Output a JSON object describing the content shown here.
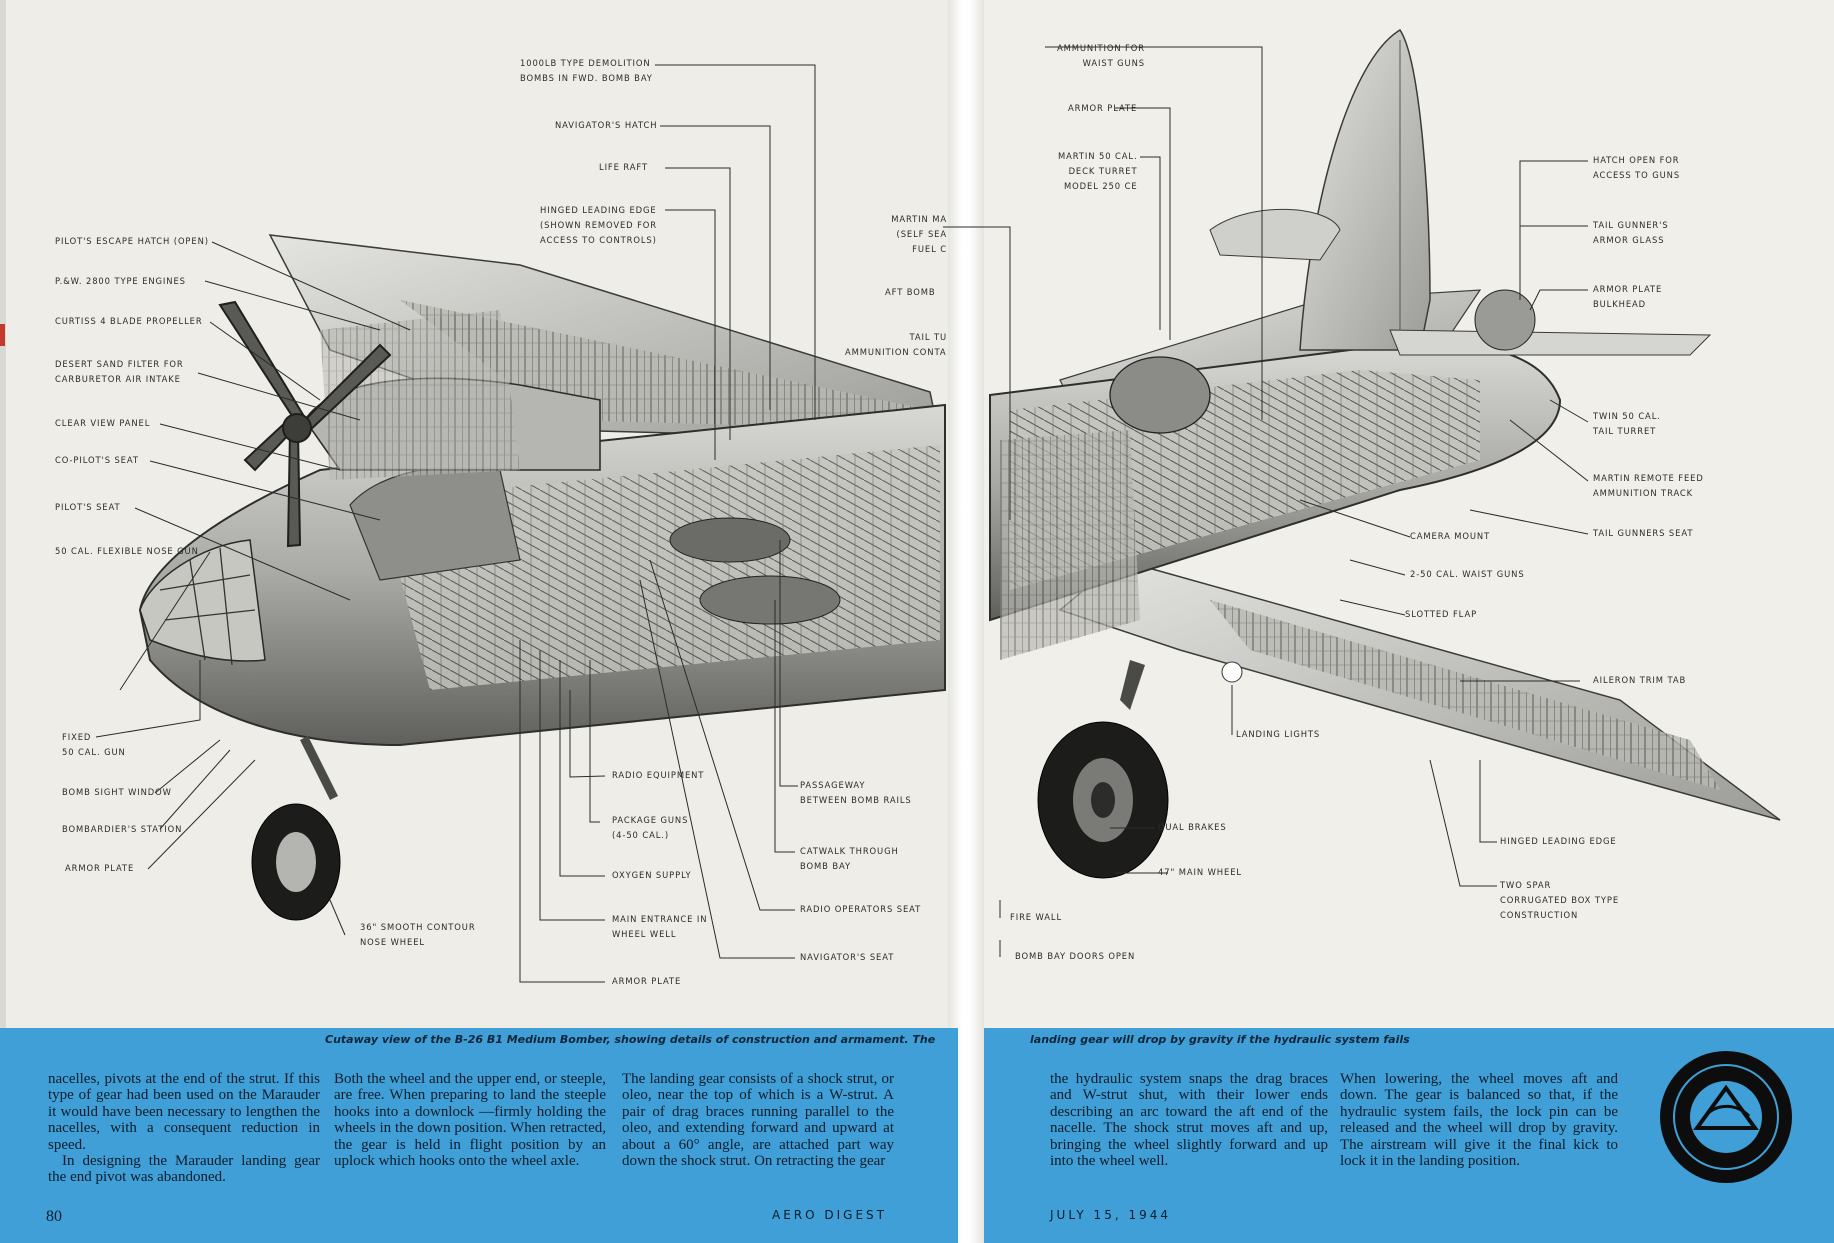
{
  "labels_left": [
    {
      "id": "bombs",
      "text": "1000lb TYPE DEMOLITION\nBOMBS IN FWD. BOMB BAY"
    },
    {
      "id": "nav_hatch",
      "text": "NAVIGATOR'S HATCH"
    },
    {
      "id": "life_raft",
      "text": "LIFE RAFT"
    },
    {
      "id": "leading_edge",
      "text": "HINGED LEADING EDGE\n(SHOWN REMOVED FOR\nACCESS TO CONTROLS)"
    },
    {
      "id": "escape_hatch",
      "text": "PILOT'S ESCAPE HATCH (OPEN)"
    },
    {
      "id": "engines",
      "text": "P.&W. 2800 TYPE ENGINES"
    },
    {
      "id": "propeller",
      "text": "CURTISS 4 BLADE PROPELLER"
    },
    {
      "id": "sand_filter",
      "text": "DESERT SAND FILTER FOR\nCARBURETOR AIR INTAKE"
    },
    {
      "id": "clear_view",
      "text": "CLEAR VIEW PANEL"
    },
    {
      "id": "copilot_seat",
      "text": "CO-PILOT'S SEAT"
    },
    {
      "id": "pilot_seat",
      "text": "PILOT'S SEAT"
    },
    {
      "id": "nose_gun",
      "text": "50 CAL. FLEXIBLE NOSE GUN"
    },
    {
      "id": "fixed_gun",
      "text": "FIXED\n50 CAL. GUN"
    },
    {
      "id": "sight_window",
      "text": "BOMB SIGHT WINDOW"
    },
    {
      "id": "bombardier",
      "text": "BOMBARDIER'S STATION"
    },
    {
      "id": "armor_plate_l",
      "text": "ARMOR PLATE"
    },
    {
      "id": "nose_wheel",
      "text": "36\" SMOOTH CONTOUR\nNOSE WHEEL"
    },
    {
      "id": "radio_equipment",
      "text": "RADIO EQUIPMENT"
    },
    {
      "id": "package_guns",
      "text": "PACKAGE GUNS\n(4-50 CAL.)"
    },
    {
      "id": "oxygen",
      "text": "OXYGEN SUPPLY"
    },
    {
      "id": "main_entrance",
      "text": "MAIN ENTRANCE IN\nWHEEL WELL"
    },
    {
      "id": "armor_plate_c",
      "text": "ARMOR PLATE"
    },
    {
      "id": "passageway",
      "text": "PASSAGEWAY\nBETWEEN BOMB RAILS"
    },
    {
      "id": "catwalk",
      "text": "CATWALK THROUGH\nBOMB BAY"
    },
    {
      "id": "radio_seat",
      "text": "RADIO OPERATORS SEAT"
    },
    {
      "id": "nav_seat",
      "text": "NAVIGATOR'S SEAT"
    },
    {
      "id": "martin_fuel",
      "text": "MARTIN MA\n(SELF SEA\nFUEL C"
    },
    {
      "id": "aft_bomb",
      "text": "AFT BOMB"
    },
    {
      "id": "tail_ammo",
      "text": "TAIL TU\nAMMUNITION CONTAI"
    }
  ],
  "labels_right": [
    {
      "id": "waist_ammo",
      "text": "AMMUNITION FOR\nWAIST GUNS"
    },
    {
      "id": "armor_plate_r",
      "text": "ARMOR PLATE"
    },
    {
      "id": "deck_turret",
      "text": "MARTIN 50 CAL.\nDECK TURRET\nMODEL 250 CE"
    },
    {
      "id": "hatch_open",
      "text": "HATCH OPEN FOR\nACCESS TO GUNS"
    },
    {
      "id": "armor_glass",
      "text": "TAIL GUNNER'S\nARMOR GLASS"
    },
    {
      "id": "bulkhead",
      "text": "ARMOR PLATE\nBULKHEAD"
    },
    {
      "id": "tail_turret",
      "text": "TWIN 50 CAL.\nTAIL TURRET"
    },
    {
      "id": "feed_track",
      "text": "MARTIN REMOTE FEED\nAMMUNITION TRACK"
    },
    {
      "id": "camera",
      "text": "CAMERA MOUNT"
    },
    {
      "id": "gunner_seat",
      "text": "TAIL GUNNERS SEAT"
    },
    {
      "id": "waist_guns",
      "text": "2-50 CAL. WAIST GUNS"
    },
    {
      "id": "slotted_flap",
      "text": "SLOTTED FLAP"
    },
    {
      "id": "trim_tab",
      "text": "AILERON TRIM TAB"
    },
    {
      "id": "landing_lights",
      "text": "LANDING LIGHTS"
    },
    {
      "id": "dual_brakes",
      "text": "DUAL BRAKES"
    },
    {
      "id": "main_wheel",
      "text": "47\" MAIN WHEEL"
    },
    {
      "id": "hinged_edge_r",
      "text": "HINGED LEADING EDGE"
    },
    {
      "id": "two_spar",
      "text": "TWO SPAR\nCORRUGATED BOX TYPE\nCONSTRUCTION"
    },
    {
      "id": "fire_wall",
      "text": "FIRE WALL"
    },
    {
      "id": "bomb_doors",
      "text": "BOMB BAY DOORS OPEN"
    }
  ],
  "caption": {
    "left": "Cutaway view of the B-26 B1 Medium Bomber, showing details of construction and armament. The",
    "right": "landing gear will drop by gravity if the hydraulic system fails"
  },
  "columns": {
    "c1": [
      "nacelles, pivots at the end of the strut. If this type of gear had been used on the Marauder it would have been necessary to lengthen the nacelles, with a consequent reduction in speed.",
      "In designing the Marauder landing gear the end pivot was abandoned."
    ],
    "c2": [
      "Both the wheel and the upper end, or steeple, are free. When preparing to land the steeple hooks into a downlock —firmly holding the wheels in the down position. When retracted, the gear is held in flight position by an uplock which hooks onto the wheel axle."
    ],
    "c3": [
      "The landing gear consists of a shock strut, or oleo, near the top of which is a W-strut. A pair of drag braces running parallel to the oleo, and extending forward and upward at about a 60° angle, are attached part way down the shock strut. On retracting the gear"
    ],
    "c4": [
      "the hydraulic system snaps the drag braces and W-strut shut, with their lower ends describing an arc toward the aft end of the nacelle. The shock strut moves aft and up, bringing the wheel slightly forward and up into the wheel well."
    ],
    "c5": [
      "When lowering, the wheel moves aft and down. The gear is balanced so that, if the hydraulic system fails, the lock pin can be released and the wheel will drop by gravity. The airstream will give it the final kick to lock it in the landing position."
    ]
  },
  "footer": {
    "page_number": "80",
    "magazine": "AERO DIGEST",
    "date": "JULY 15, 1944"
  },
  "colors": {
    "band": "#3f9fd6",
    "ink": "#0f1d2c",
    "line": "#2b2b2b"
  }
}
